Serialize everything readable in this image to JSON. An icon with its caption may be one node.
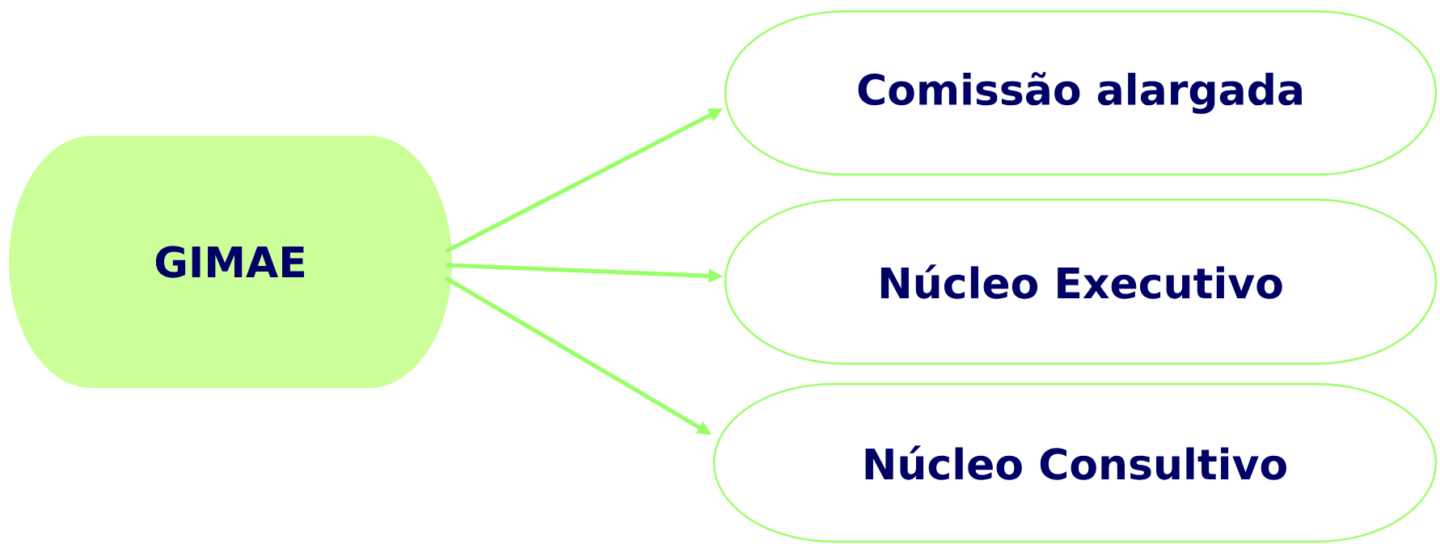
{
  "diagram": {
    "nodes": [
      {
        "text": [
          "GIMAE"
        ]
      },
      {
        "text": [
          "Comissão alargada"
        ]
      },
      {
        "text": [
          "Núcleo Executivo"
        ]
      },
      {
        "text": [
          "Núcleo Consultivo"
        ]
      }
    ],
    "edges": [
      {
        "from": 0,
        "to": 1,
        "arrow": "to"
      },
      {
        "from": 0,
        "to": 2,
        "arrow": "to"
      },
      {
        "from": 0,
        "to": 3,
        "arrow": "to"
      }
    ]
  }
}
